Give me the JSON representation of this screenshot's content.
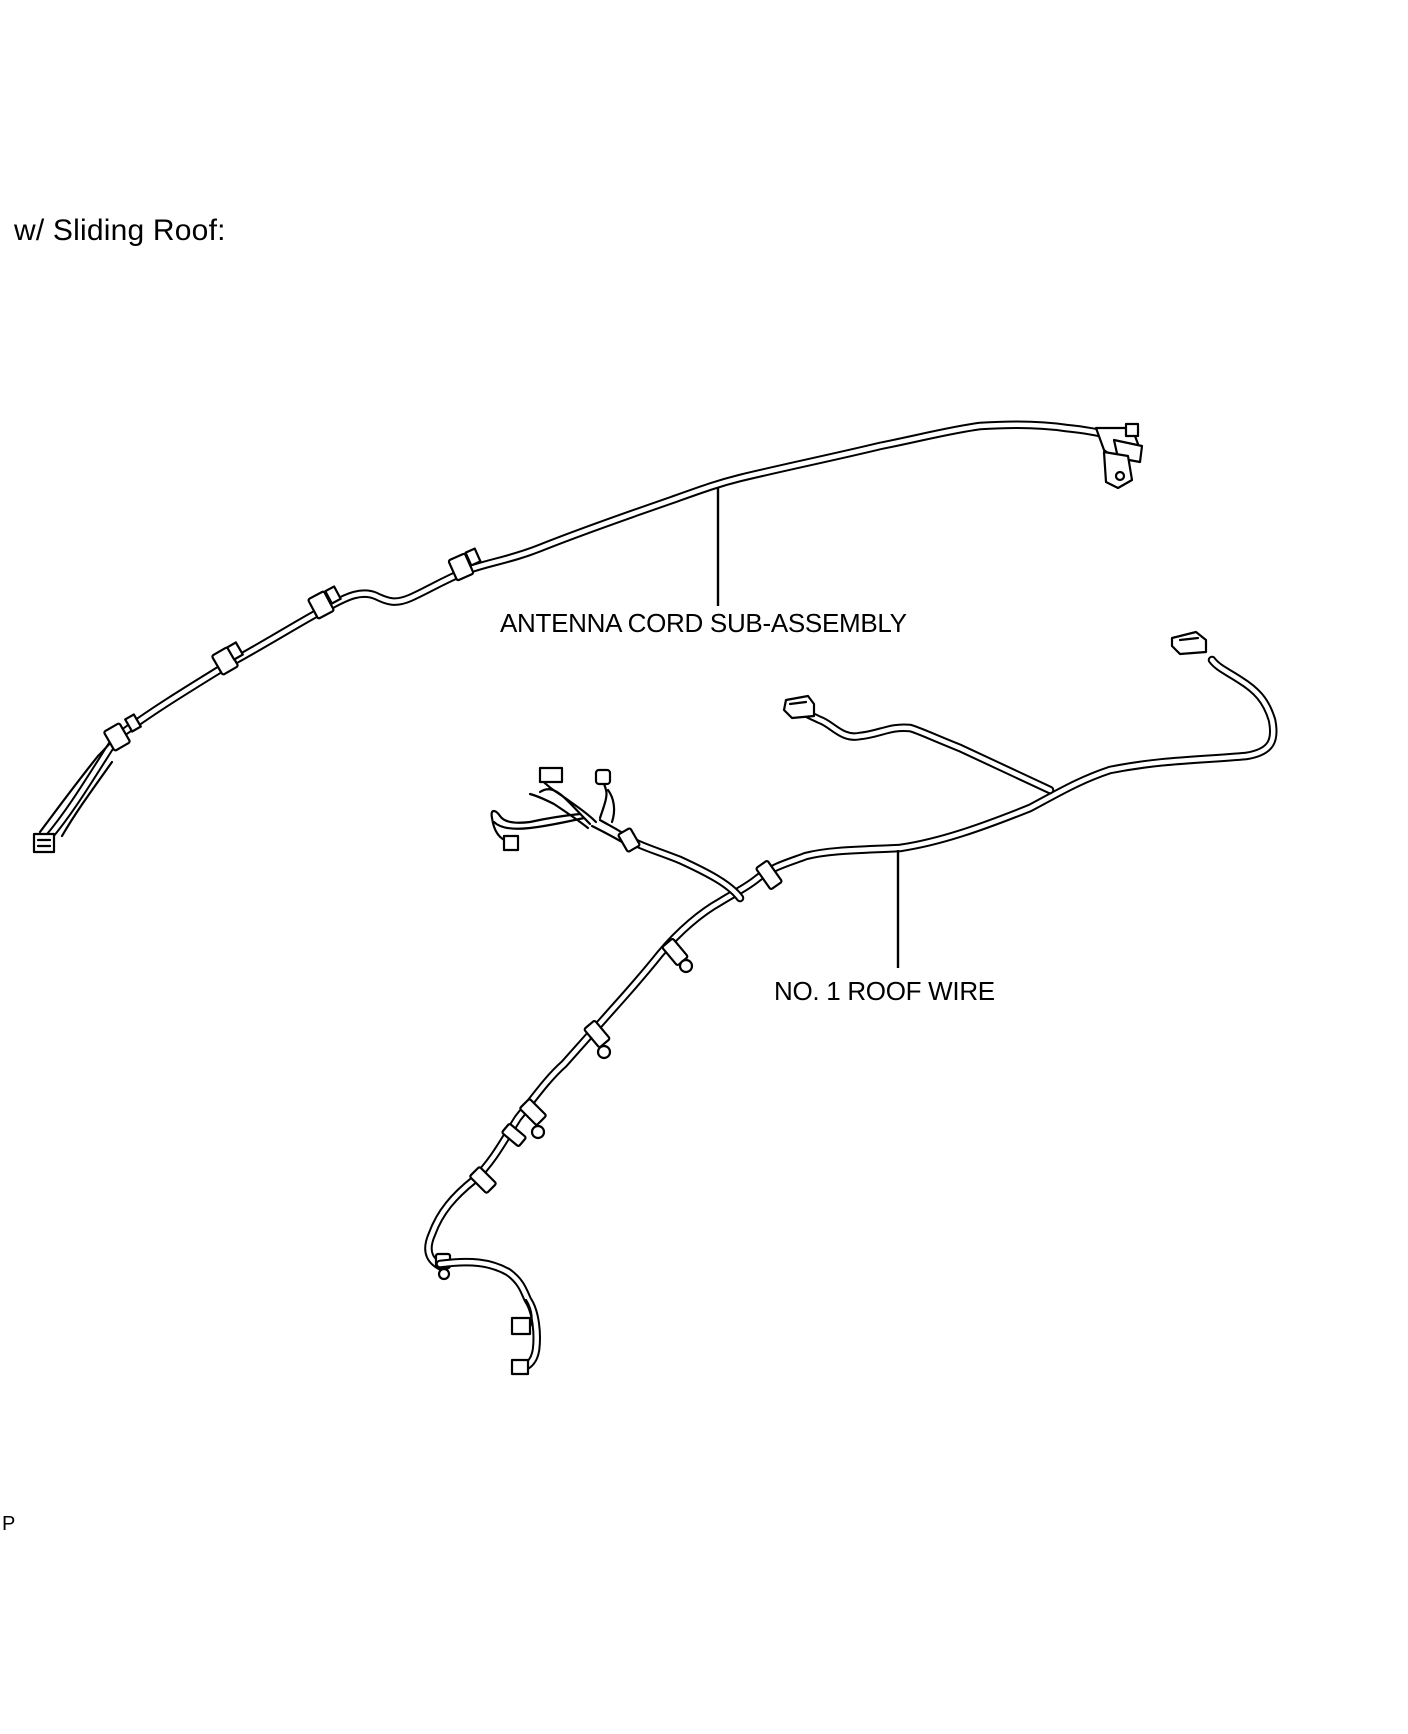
{
  "header": {
    "condition_label": "w/ Sliding Roof:"
  },
  "callouts": {
    "antenna_cord": "ANTENNA CORD SUB-ASSEMBLY",
    "roof_wire": "NO. 1 ROOF WIRE"
  },
  "corner_mark": "P"
}
